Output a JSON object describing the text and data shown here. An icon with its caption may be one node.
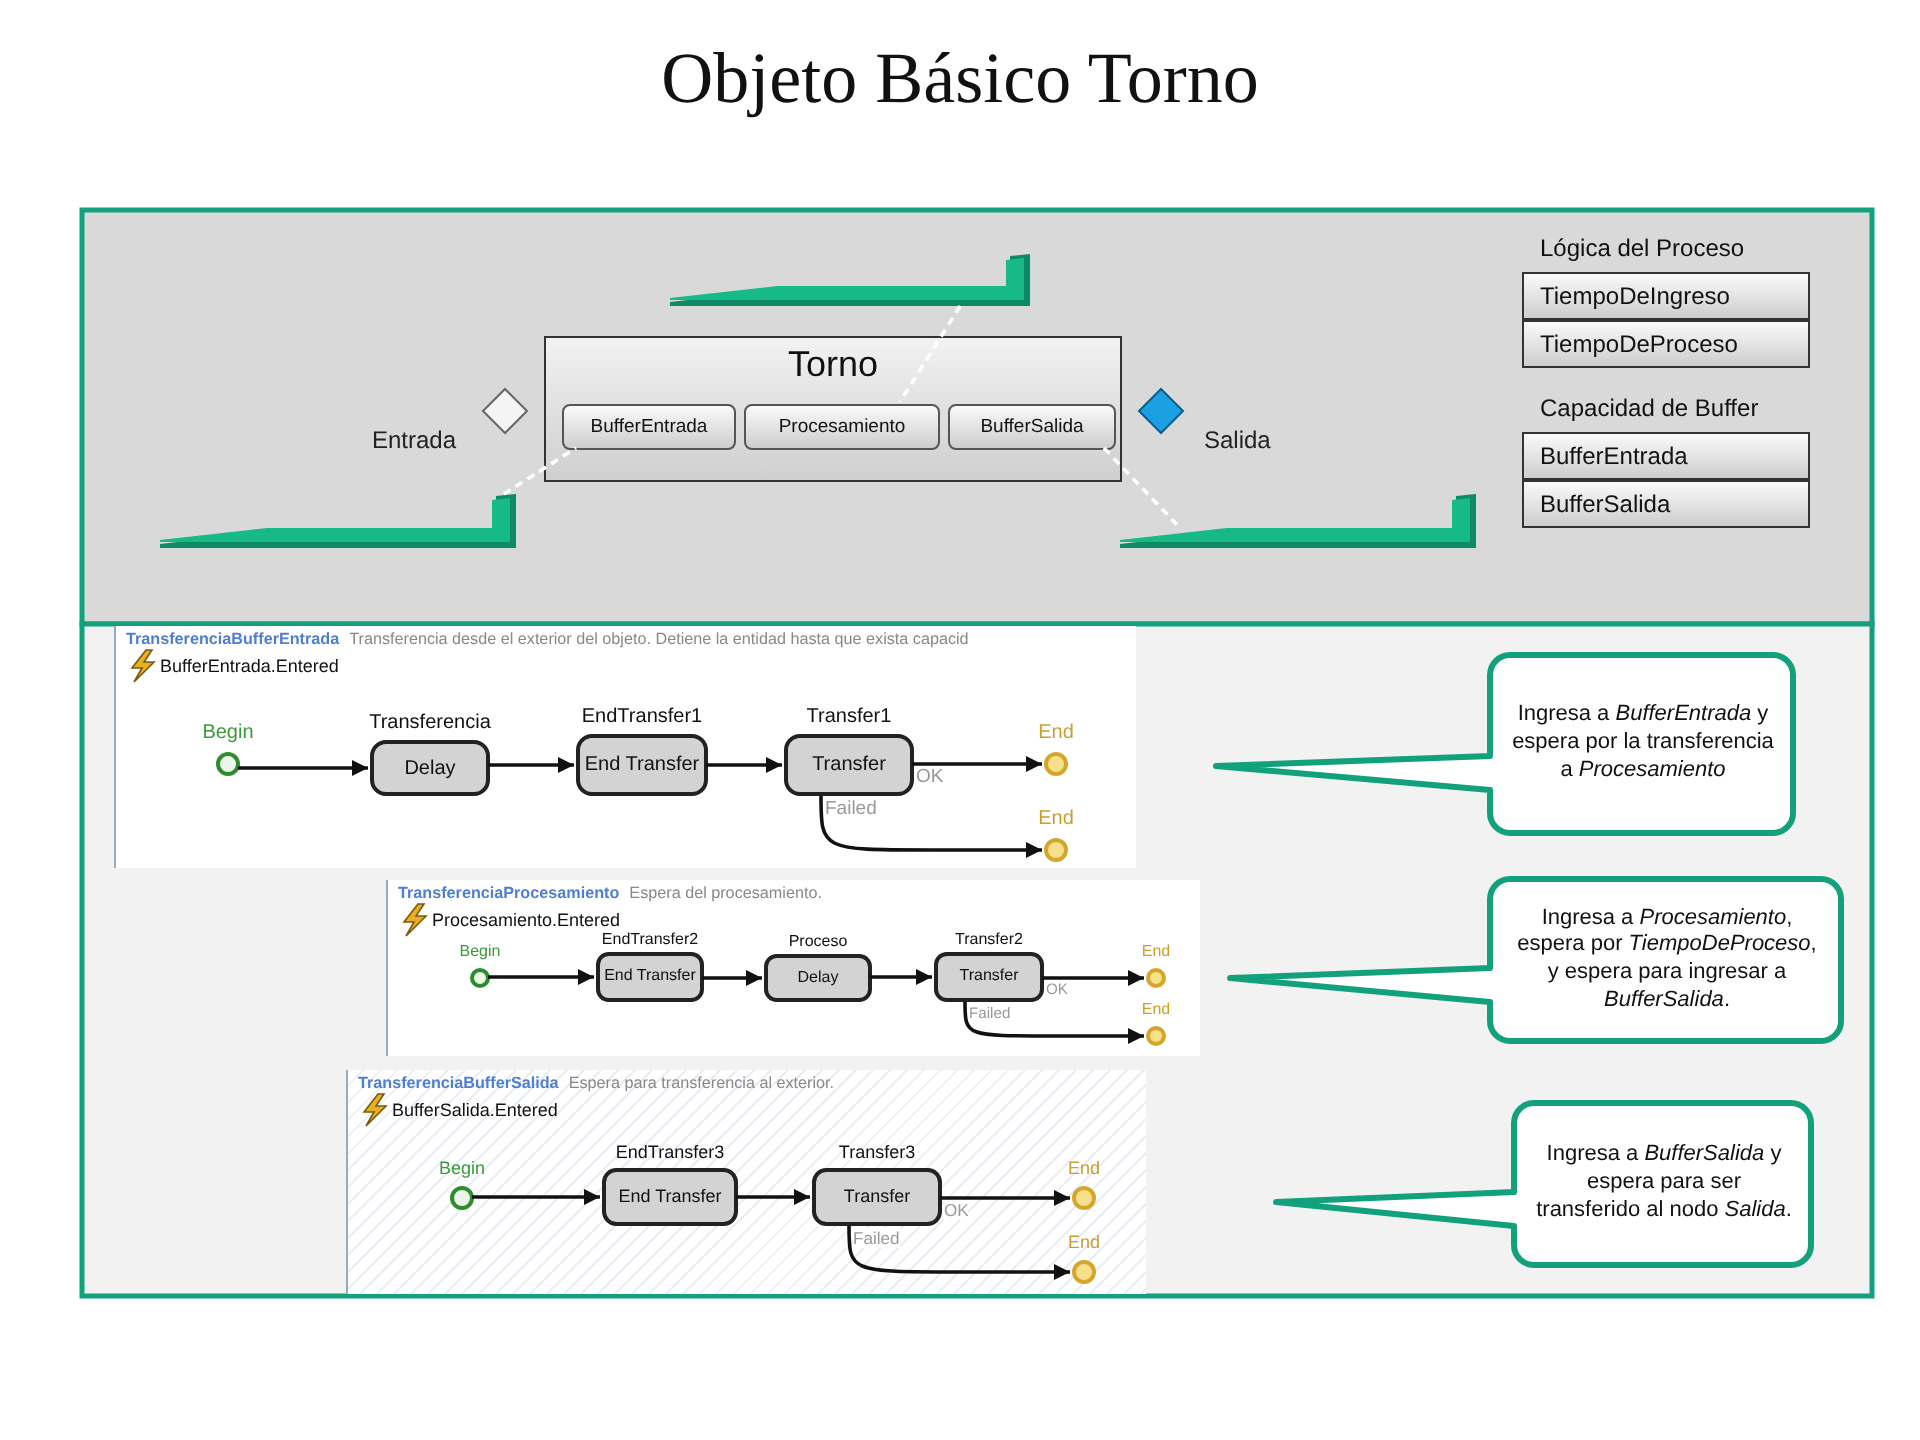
{
  "diagram": {
    "title": "Objeto Básico Torno",
    "nodes": [
      {
        "text": [
          "Torno"
        ]
      },
      {
        "text": [
          "BufferEntrada"
        ],
        "in": 0
      },
      {
        "text": [
          "Procesamiento"
        ],
        "in": 0
      },
      {
        "text": [
          "BufferSalida"
        ],
        "in": 0
      },
      {
        "text": [],
        "shape": "diamond",
        "beside": [
          "Entrada"
        ]
      },
      {
        "text": [],
        "shape": "diamond",
        "beside": [
          "Salida"
        ]
      },
      {
        "text": [],
        "shape": "bar"
      },
      {
        "text": [],
        "shape": "bar"
      },
      {
        "text": [],
        "shape": "bar"
      },
      {
        "text": [
          "TiempoDeIngreso"
        ]
      },
      {
        "text": [
          "TiempoDeProceso"
        ]
      },
      {
        "text": [
          "BufferEntrada"
        ]
      },
      {
        "text": [
          "BufferSalida"
        ]
      },
      {
        "text": [
          "TransferenciaBufferEntrada",
          "Transferencia desde el exterior del objeto. Detiene la entidad hasta que exista capacid",
          "BufferEntrada.Entered"
        ]
      },
      {
        "text": [],
        "shape": "circle",
        "beside": [
          "Begin"
        ],
        "in": 13
      },
      {
        "text": [
          "Transferencia",
          "Delay"
        ],
        "in": 13
      },
      {
        "text": [
          "EndTransfer1",
          "End Transfer"
        ],
        "in": 13
      },
      {
        "text": [
          "Transfer1",
          "Transfer"
        ],
        "in": 13
      },
      {
        "text": [],
        "shape": "circle",
        "beside": [
          "End"
        ],
        "in": 13
      },
      {
        "text": [],
        "shape": "circle",
        "beside": [
          "End"
        ],
        "in": 13
      },
      {
        "text": [
          "TransferenciaProcesamiento",
          "Espera del procesamiento.",
          "Procesamiento.Entered"
        ]
      },
      {
        "text": [],
        "shape": "circle",
        "beside": [
          "Begin"
        ],
        "in": 20
      },
      {
        "text": [
          "EndTransfer2",
          "End Transfer"
        ],
        "in": 20
      },
      {
        "text": [
          "Proceso",
          "Delay"
        ],
        "in": 20
      },
      {
        "text": [
          "Transfer2",
          "Transfer"
        ],
        "in": 20
      },
      {
        "text": [],
        "shape": "circle",
        "beside": [
          "End"
        ],
        "in": 20
      },
      {
        "text": [],
        "shape": "circle",
        "beside": [
          "End"
        ],
        "in": 20
      },
      {
        "text": [
          "TransferenciaBufferSalida",
          "Espera para transferencia al exterior.",
          "BufferSalida.Entered"
        ]
      },
      {
        "text": [],
        "shape": "circle",
        "beside": [
          "Begin"
        ],
        "in": 27
      },
      {
        "text": [
          "EndTransfer3",
          "End Transfer"
        ],
        "in": 27
      },
      {
        "text": [
          "Transfer3",
          "Transfer"
        ],
        "in": 27
      },
      {
        "text": [],
        "shape": "circle",
        "beside": [
          "End"
        ],
        "in": 27
      },
      {
        "text": [],
        "shape": "circle",
        "beside": [
          "End"
        ],
        "in": 27
      },
      {
        "text": [
          "Ingresa a *BufferEntrada* y espera por la transferencia a *Procesamiento*"
        ]
      },
      {
        "text": [
          "Ingresa a *Procesamiento*, espera por *TiempoDeProceso*, y espera para ingresar a *BufferSalida*."
        ]
      },
      {
        "text": [
          "Ingresa a *BufferSalida* y espera para ser transferido al nodo *Salida*."
        ]
      }
    ],
    "edges": [
      {
        "from": 7,
        "to": 1,
        "arrow": "none",
        "style": "dashed",
        "color": "#ffffff"
      },
      {
        "from": 6,
        "to": 2,
        "arrow": "none",
        "style": "dashed",
        "color": "#ffffff"
      },
      {
        "from": 3,
        "to": 8,
        "arrow": "none",
        "style": "dashed",
        "color": "#ffffff"
      },
      {
        "from": 14,
        "to": 15,
        "arrow": "to"
      },
      {
        "from": 15,
        "to": 16,
        "arrow": "to"
      },
      {
        "from": 16,
        "to": 17,
        "arrow": "to"
      },
      {
        "from": 17,
        "to": 18,
        "arrow": "to",
        "label": "OK"
      },
      {
        "from": 17,
        "to": 19,
        "arrow": "to",
        "label": "Failed"
      },
      {
        "from": 21,
        "to": 22,
        "arrow": "to"
      },
      {
        "from": 22,
        "to": 23,
        "arrow": "to"
      },
      {
        "from": 23,
        "to": 24,
        "arrow": "to"
      },
      {
        "from": 24,
        "to": 25,
        "arrow": "to",
        "label": "OK"
      },
      {
        "from": 24,
        "to": 26,
        "arrow": "to",
        "label": "Failed"
      },
      {
        "from": 28,
        "to": 29,
        "arrow": "to"
      },
      {
        "from": 29,
        "to": 30,
        "arrow": "to"
      },
      {
        "from": 30,
        "to": 31,
        "arrow": "to",
        "label": "OK"
      },
      {
        "from": 30,
        "to": 32,
        "arrow": "to",
        "label": "Failed"
      }
    ],
    "labels": [
      "Lógica del Proceso",
      "Capacidad de Buffer"
    ]
  }
}
